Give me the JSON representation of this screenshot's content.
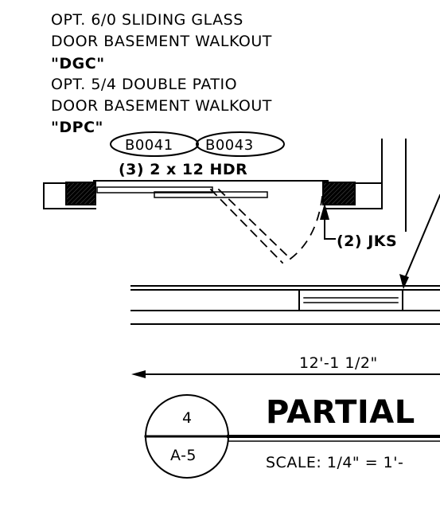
{
  "annotations": {
    "option_1_line_1": "OPT. 6/0 SLIDING GLASS",
    "option_1_line_2": "DOOR BASEMENT WALKOUT",
    "option_1_code": "\"DGC\"",
    "option_2_line_1": "OPT. 5/4 DOUBLE PATIO",
    "option_2_line_2": "DOOR BASEMENT WALKOUT",
    "option_2_code": "\"DPC\"",
    "tag_left": "B0041",
    "tag_right": "B0043",
    "header_note": "(3) 2 x 12  HDR",
    "jack_stud_note": "(2) JKS"
  },
  "dimension": {
    "label": "12'-1 1/2\""
  },
  "detail": {
    "number": "4",
    "sheet": "A-5",
    "title": "PARTIAL",
    "scale": "SCALE: 1/4\" = 1'-"
  },
  "colors": {
    "ink": "#000000",
    "paper": "#ffffff"
  }
}
